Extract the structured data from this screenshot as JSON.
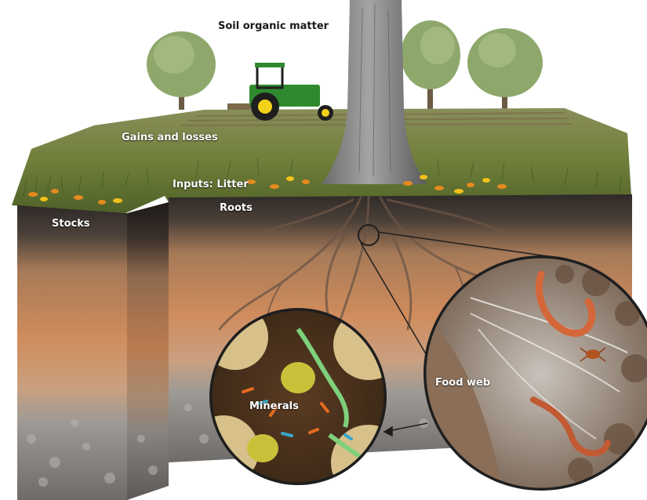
{
  "labels": {
    "soil_organic_matter": "Soil organic matter",
    "gains_and_losses": "Gains and losses",
    "inputs_litter": "Inputs: Litter",
    "roots": "Roots",
    "stocks": "Stocks",
    "minerals": "Minerals",
    "food_web": "Food web"
  },
  "colors": {
    "grass": "#6f7f3a",
    "topsoil": "#3a3430",
    "subsoil": "#c98a5a",
    "gravel": "#8d8a86",
    "leaves": "#e58a1f",
    "worm": "#d4673a",
    "mineral_grain": "#d7c08a",
    "tractor_green": "#2f8a2f",
    "tractor_yellow": "#f2d21a"
  },
  "icons": [
    "tree-icon",
    "tractor-icon",
    "root-icon",
    "worm-icon",
    "mite-icon",
    "mineral-grain-icon",
    "arrow-icon"
  ]
}
